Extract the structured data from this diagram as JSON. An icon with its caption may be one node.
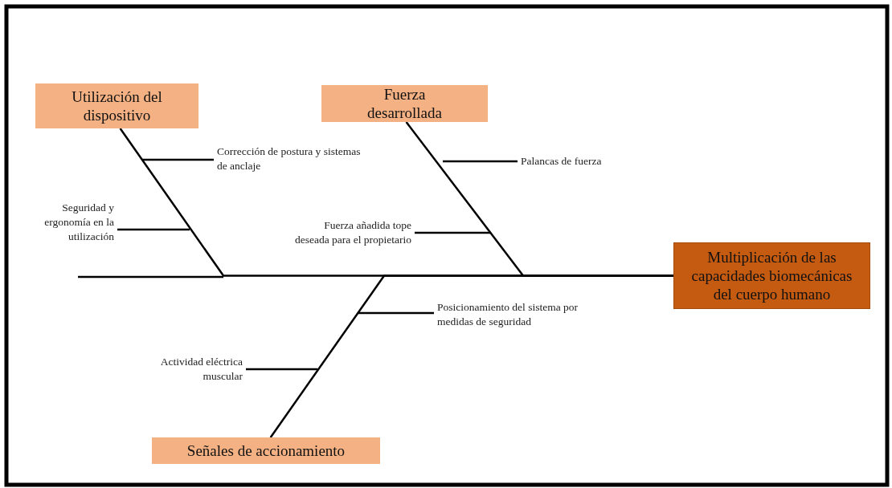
{
  "diagram": {
    "nodes": [
      {
        "text": [
          "Utilización del dispositivo"
        ]
      },
      {
        "text": [
          "Fuerza desarrollada"
        ]
      },
      {
        "text": [
          "Corrección de postura y sistemas de anclaje"
        ]
      },
      {
        "text": [
          "Palancas de fuerza"
        ]
      },
      {
        "text": [
          "Seguridad y ergonomía en la utilización"
        ]
      },
      {
        "text": [
          "Fuerza añadida tope deseada para el propietario"
        ]
      },
      {
        "text": [
          "Multiplicación de las capacidades biomecánicas del cuerpo humano"
        ]
      },
      {
        "text": [
          "Posicionamiento del sistema por medidas de seguridad"
        ]
      },
      {
        "text": [
          "Actividad eléctrica muscular"
        ]
      },
      {
        "text": [
          "Señales de accionamiento"
        ]
      }
    ],
    "edges": [
      {
        "from": 0,
        "to": 6,
        "arrow": "none"
      },
      {
        "from": 1,
        "to": 6,
        "arrow": "none"
      },
      {
        "from": 9,
        "to": 6,
        "arrow": "none"
      },
      {
        "from": 2,
        "to": null,
        "arrow": "none"
      },
      {
        "from": 3,
        "to": null,
        "arrow": "none"
      },
      {
        "from": 4,
        "to": null,
        "arrow": "none"
      },
      {
        "from": 5,
        "to": null,
        "arrow": "none"
      },
      {
        "from": 7,
        "to": null,
        "arrow": "none"
      },
      {
        "from": 8,
        "to": null,
        "arrow": "none"
      }
    ]
  }
}
